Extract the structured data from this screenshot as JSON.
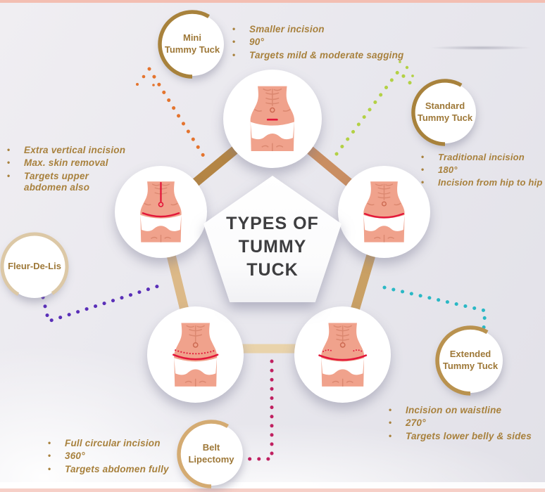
{
  "title": {
    "lines": [
      "TYPES OF",
      "TUMMY",
      "TUCK"
    ]
  },
  "ui": {
    "bullet_char": "•"
  },
  "nodes": {
    "mini": {
      "label_lines": [
        "Mini",
        "Tummy Tuck"
      ],
      "bullets": [
        "Smaller incision",
        "90°",
        "Targets mild & moderate sagging"
      ],
      "arc_color": "#a8823c",
      "dotted_line_color": "#e4742e"
    },
    "standard": {
      "label_lines": [
        "Standard",
        "Tummy Tuck"
      ],
      "bullets": [
        "Traditional incision",
        "180°",
        "Incision from hip to hip"
      ],
      "arc_color": "#a8823c",
      "dotted_line_color": "#b3d145"
    },
    "fleur_de_lis": {
      "label_lines": [
        "Fleur-De-Lis"
      ],
      "bullets": [
        "Extra vertical incision",
        "Max. skin removal",
        "Targets upper abdomen also"
      ],
      "arc_color": "#dcc8a6",
      "dotted_line_color": "#5a2fb8"
    },
    "extended": {
      "label_lines": [
        "Extended",
        "Tummy Tuck"
      ],
      "bullets": [
        "Incision on waistline",
        "270°",
        "Targets lower belly & sides"
      ],
      "arc_color": "#b9924f",
      "dotted_line_color": "#2ab8c5"
    },
    "belt": {
      "label_lines": [
        "Belt",
        "Lipectomy"
      ],
      "bullets": [
        "Full circular incision",
        "360°",
        "Targets abdomen fully"
      ],
      "arc_color": "#d4ab72",
      "dotted_line_color": "#c02060"
    }
  },
  "colors": {
    "bullet_text": "#a8813d",
    "title_text": "#3e3e40",
    "incision_red": "#e3173a",
    "skin": "#f0a28c",
    "connector_tan": "#d2b48c",
    "background": "#e9e8ee"
  }
}
